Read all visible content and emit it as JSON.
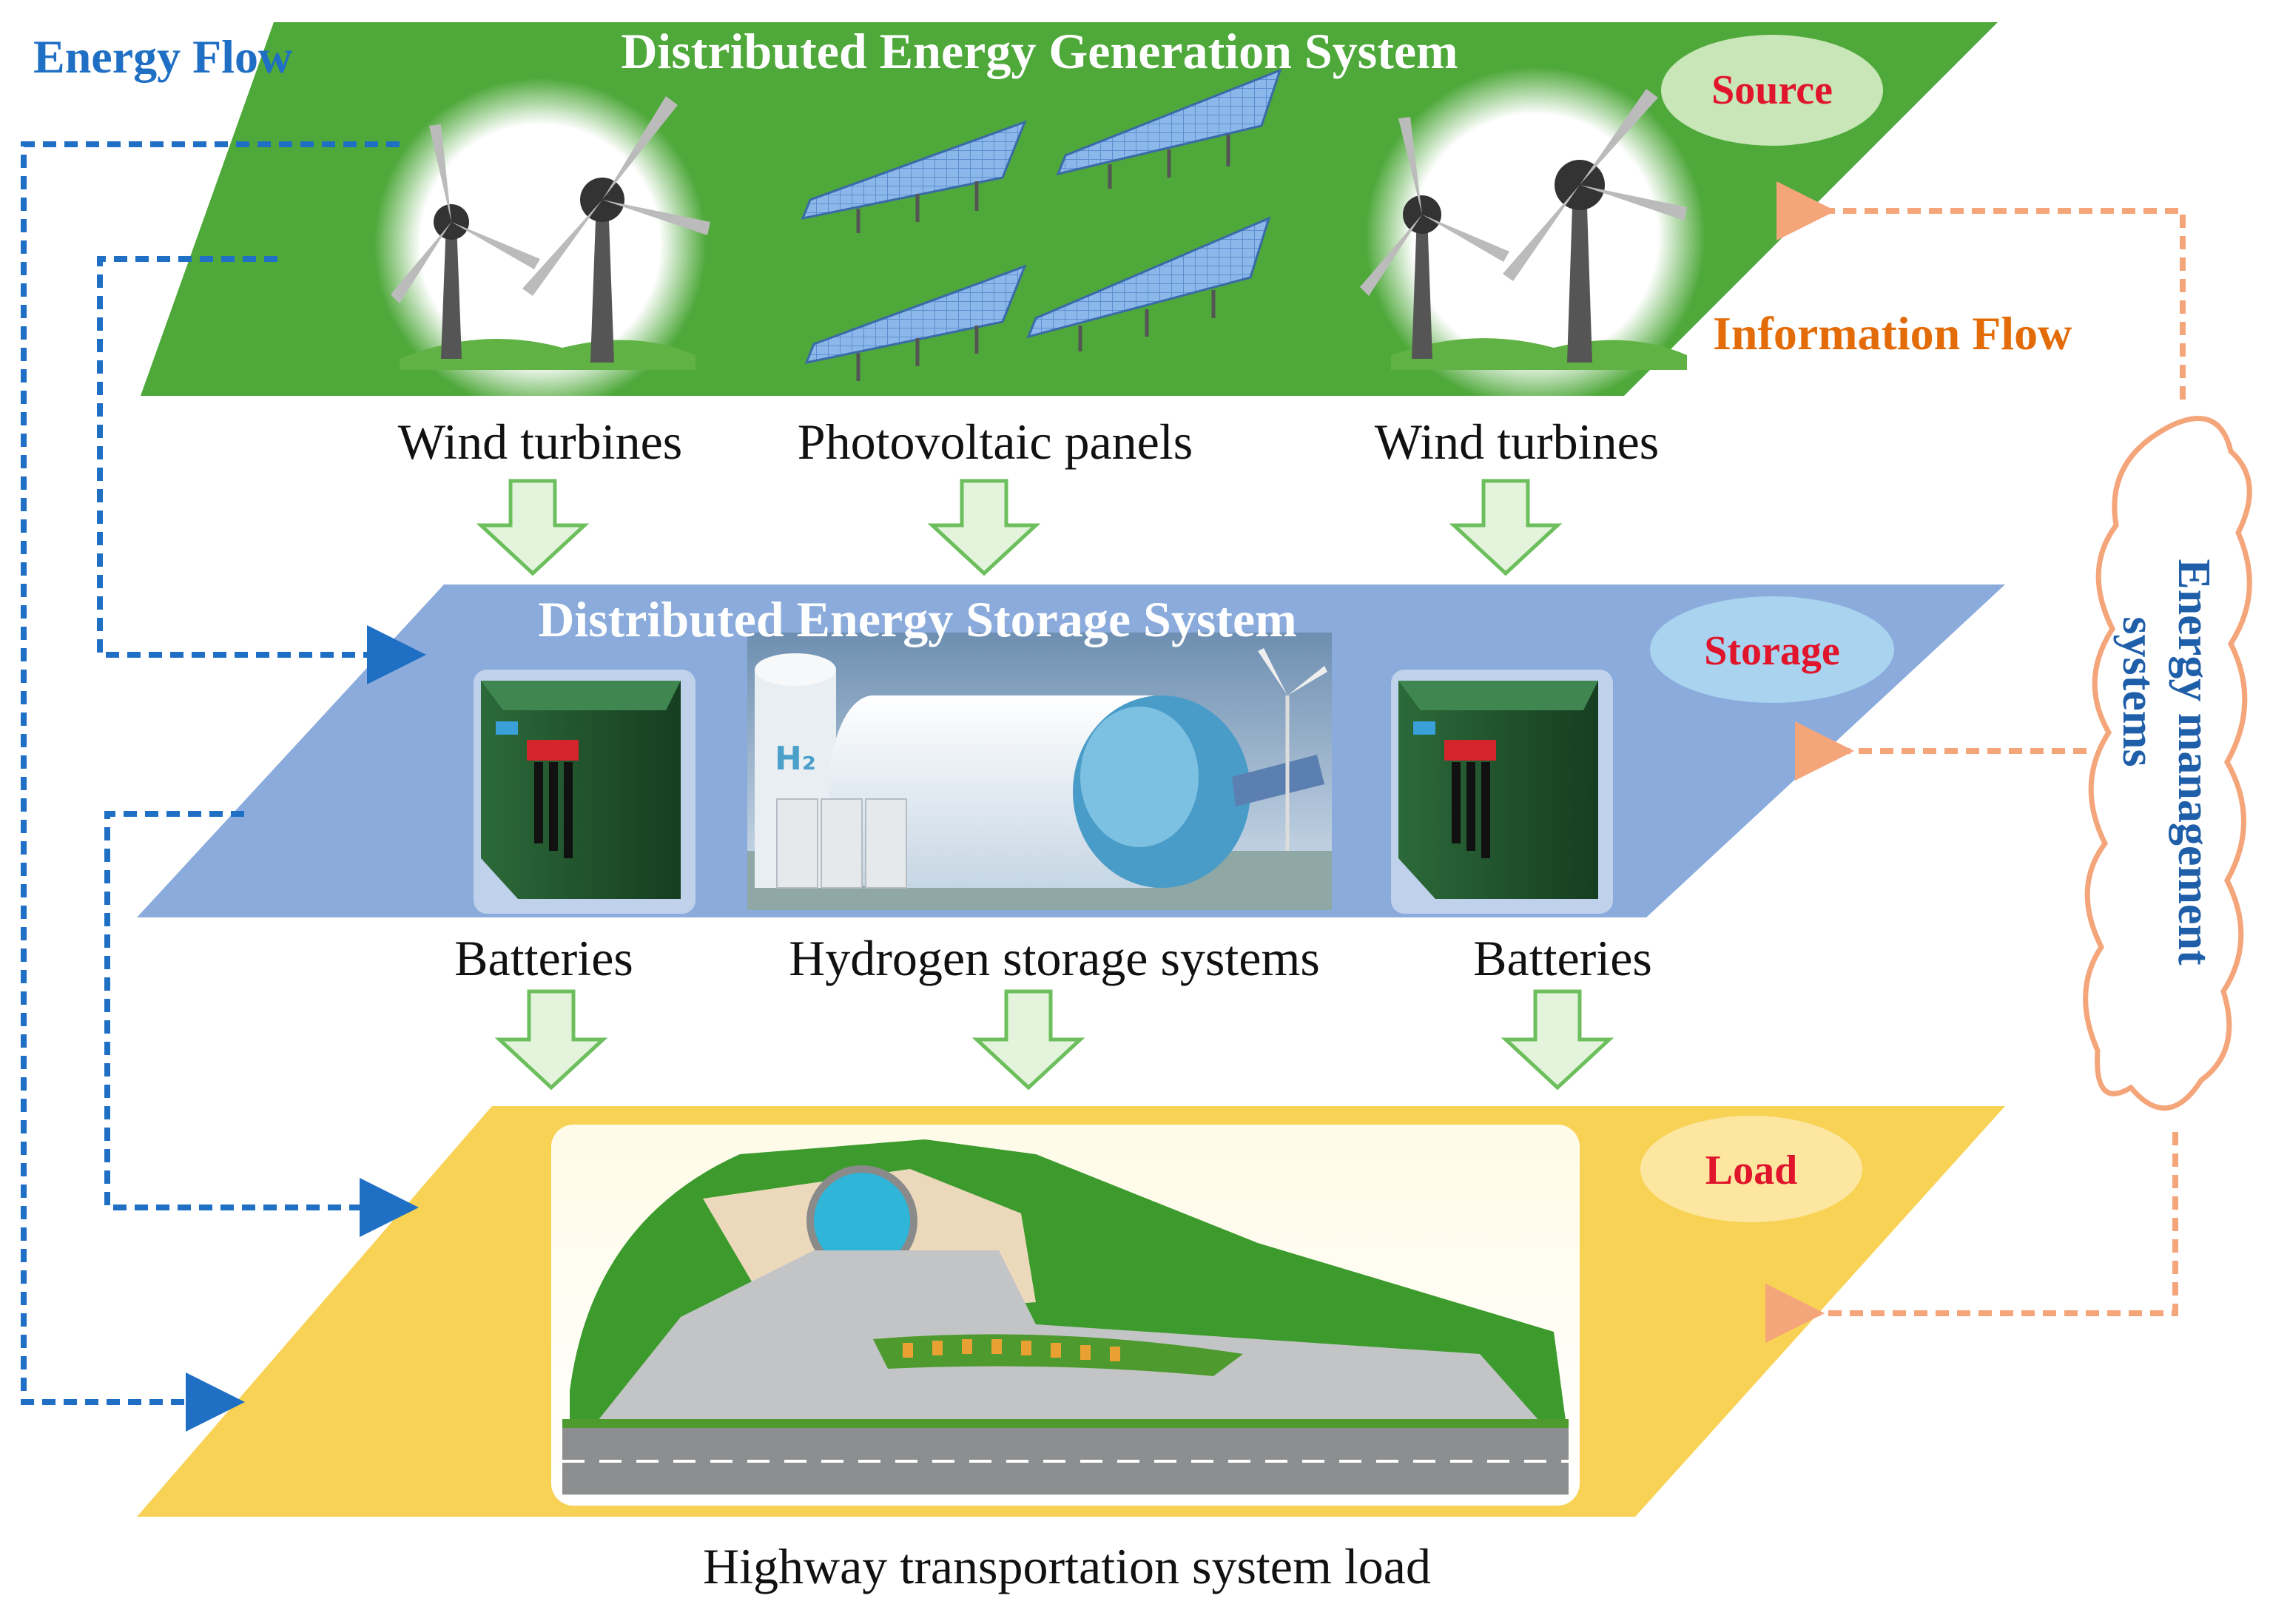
{
  "energy_flow_label": "Energy Flow",
  "information_flow_label": "Information Flow",
  "ems_label_line1": "Energy management",
  "ems_label_line2": "systems",
  "layers": {
    "generation": {
      "title": "Distributed Energy Generation System",
      "badge": "Source",
      "fill_color": "#4ea83a",
      "badge_color": "#c8e6b8",
      "items": [
        "Wind turbines",
        "Photovoltaic panels",
        "Wind turbines"
      ]
    },
    "storage": {
      "title": "Distributed Energy Storage System",
      "badge": "Storage",
      "fill_color": "#8aabdb",
      "badge_color": "#a9d3ef",
      "items": [
        "Batteries",
        "Hydrogen storage systems",
        "Batteries"
      ]
    },
    "load": {
      "title": "Highway transportation system load",
      "badge": "Load",
      "fill_color": "#f8d254",
      "badge_color": "#fde7a0"
    }
  },
  "colors": {
    "energy_flow": "#1f6fc4",
    "information_flow": "#f4a57a",
    "info_label": "#e36c09",
    "badge_text": "#e0142b",
    "flow_arrow_fill": "#e4f4dc",
    "flow_arrow_stroke": "#6cbf5c"
  },
  "icons": {
    "wind": "wind-turbine-icon",
    "solar": "solar-panel-icon",
    "battery": "battery-icon",
    "hydrogen": "hydrogen-tank-icon",
    "highway": "highway-service-area-icon",
    "cloud": "cloud-icon"
  }
}
